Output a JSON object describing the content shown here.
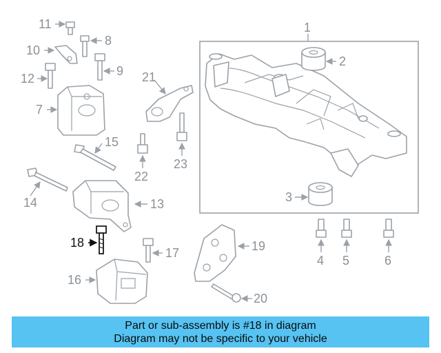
{
  "diagram": {
    "callouts": {
      "c1": "1",
      "c2": "2",
      "c3": "3",
      "c4": "4",
      "c5": "5",
      "c6": "6",
      "c7": "7",
      "c8": "8",
      "c9": "9",
      "c10": "10",
      "c11": "11",
      "c12": "12",
      "c13": "13",
      "c14": "14",
      "c15": "15",
      "c16": "16",
      "c17": "17",
      "c18": "18",
      "c19": "19",
      "c20": "20",
      "c21": "21",
      "c22": "22",
      "c23": "23"
    },
    "highlighted_part": "18",
    "colors": {
      "part_stroke": "#9aa1a8",
      "highlight": "#111111",
      "banner": "#56c3f2"
    }
  },
  "banner": {
    "line1": "Part or sub-assembly is #18 in diagram",
    "line2": "Diagram may not be specific to your vehicle"
  }
}
